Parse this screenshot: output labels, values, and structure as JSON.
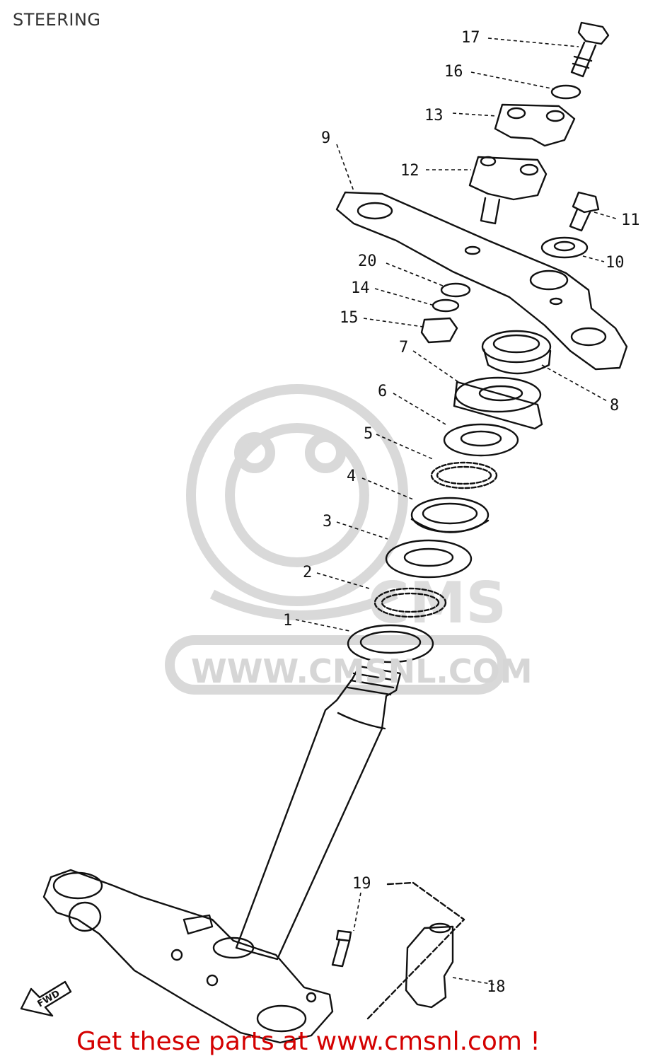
{
  "page": {
    "title": "STEERING"
  },
  "watermark": {
    "brand": "CMS",
    "url": "WWW.CMSNL.COM"
  },
  "footer": {
    "link_text": "Get these parts at www.cmsnl.com !",
    "link_color": "#d40000"
  },
  "diagram": {
    "fwd_arrow_label": "FWD",
    "callouts": [
      {
        "id": "1",
        "part": "lower-bearing-race"
      },
      {
        "id": "2",
        "part": "lower-ball-bearings"
      },
      {
        "id": "3",
        "part": "lower-cone-race"
      },
      {
        "id": "4",
        "part": "upper-bearing-race"
      },
      {
        "id": "5",
        "part": "upper-ball-bearings"
      },
      {
        "id": "6",
        "part": "upper-cone-race"
      },
      {
        "id": "7",
        "part": "dust-cover"
      },
      {
        "id": "8",
        "part": "ring-nut"
      },
      {
        "id": "9",
        "part": "upper-bracket"
      },
      {
        "id": "10",
        "part": "washer"
      },
      {
        "id": "11",
        "part": "bolt"
      },
      {
        "id": "12",
        "part": "handlebar-holder-lower"
      },
      {
        "id": "13",
        "part": "handlebar-holder-upper"
      },
      {
        "id": "14",
        "part": "washer"
      },
      {
        "id": "15",
        "part": "nut"
      },
      {
        "id": "16",
        "part": "washer"
      },
      {
        "id": "17",
        "part": "bolt"
      },
      {
        "id": "18",
        "part": "steering-lock"
      },
      {
        "id": "19",
        "part": "screw"
      },
      {
        "id": "20",
        "part": "washer"
      }
    ]
  }
}
